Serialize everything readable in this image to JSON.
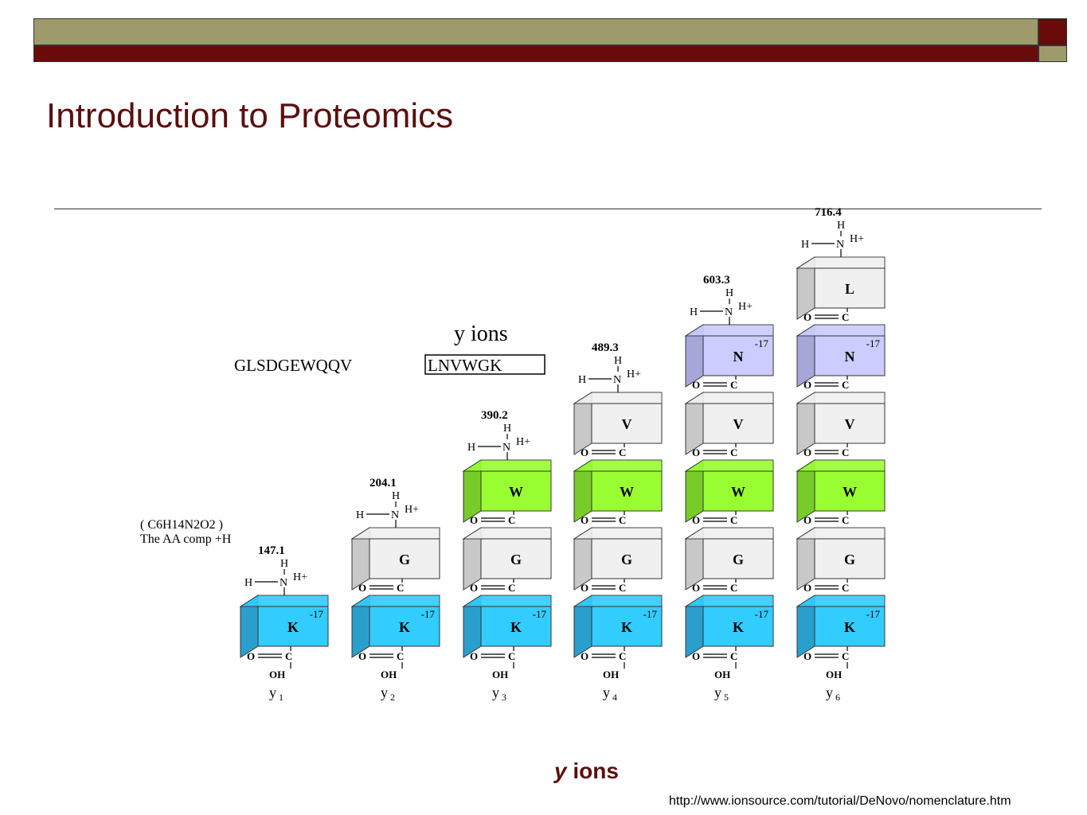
{
  "slide": {
    "title": "Introduction to Proteomics",
    "caption_italic": "y",
    "caption_rest": " ions",
    "source_url": "http://www.ionsource.com/tutorial/DeNovo/nomenclature.htm"
  },
  "diagram": {
    "heading": "y ions",
    "sequence_prefix": "GLSDGEWQQV",
    "sequence_boxed": "LNVWGK",
    "formula": "( C6H14N2O2 )",
    "formula_note": "The AA comp +H",
    "minus17": "-17",
    "amine_h": "H",
    "amine_n": "N",
    "amine_hplus": "H+",
    "carbonyl_o": "O",
    "carbonyl_c": "C",
    "terminal_oh": "OH",
    "colors": {
      "lysine": "#33ccff",
      "lysine_side": "#2a9fcc",
      "tryptophan": "#99ff33",
      "tryptophan_side": "#77cc2a",
      "asparagine": "#ccccff",
      "asparagine_side": "#a6a6d8",
      "neutral": "#f0f0f0",
      "neutral_side": "#c8c8c8"
    },
    "ions": [
      {
        "label": "y1",
        "mass": "147.1",
        "residues": [
          "K"
        ]
      },
      {
        "label": "y2",
        "mass": "204.1",
        "residues": [
          "K",
          "G"
        ]
      },
      {
        "label": "y3",
        "mass": "390.2",
        "residues": [
          "K",
          "G",
          "W"
        ]
      },
      {
        "label": "y4",
        "mass": "489.3",
        "residues": [
          "K",
          "G",
          "W",
          "V"
        ]
      },
      {
        "label": "y5",
        "mass": "603.3",
        "residues": [
          "K",
          "G",
          "W",
          "V",
          "N"
        ]
      },
      {
        "label": "y6",
        "mass": "716.4",
        "residues": [
          "K",
          "G",
          "W",
          "V",
          "N",
          "L"
        ]
      }
    ]
  }
}
